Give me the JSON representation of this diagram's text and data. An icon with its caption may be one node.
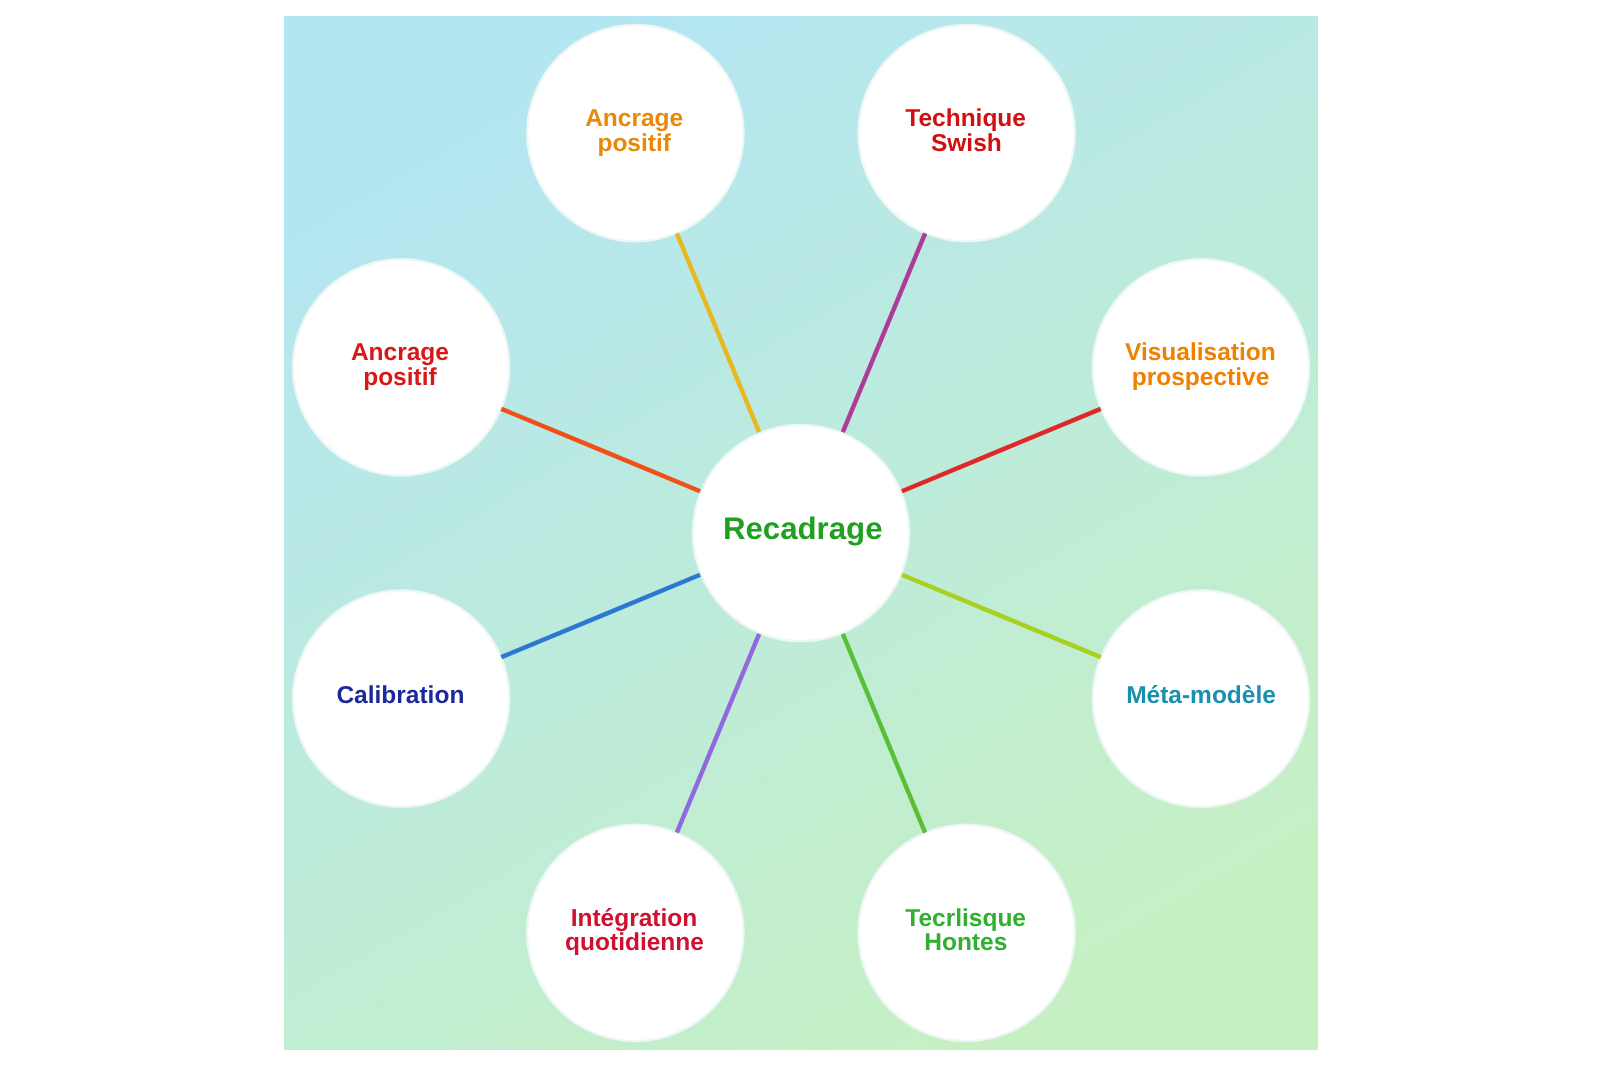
{
  "diagram": {
    "nodes": [
      {
        "text": [
          "Ancrage positif"
        ]
      },
      {
        "text": [
          "Ancrage positif"
        ]
      },
      {
        "text": [
          "Technique Swish"
        ]
      },
      {
        "text": [
          "Calibration"
        ]
      },
      {
        "text": [
          "Recadrage"
        ]
      },
      {
        "text": [
          "Visualisation prospective"
        ]
      },
      {
        "text": [
          "Intégration quotidienne"
        ]
      },
      {
        "text": [
          "Méta-modèle"
        ]
      },
      {
        "text": [
          "Tecrlisque Hontes"
        ]
      }
    ],
    "edges": [
      {
        "from": 4,
        "to": 0,
        "arrow": "none",
        "color": "#e8b820"
      },
      {
        "from": 4,
        "to": 2,
        "arrow": "none",
        "color": "#b03a98"
      },
      {
        "from": 4,
        "to": 5,
        "arrow": "none",
        "color": "#e02828"
      },
      {
        "from": 4,
        "to": 7,
        "arrow": "none",
        "color": "#a8d020"
      },
      {
        "from": 4,
        "to": 8,
        "arrow": "none",
        "color": "#58c038"
      },
      {
        "from": 4,
        "to": 6,
        "arrow": "none",
        "color": "#9068e0"
      },
      {
        "from": 4,
        "to": 3,
        "arrow": "none",
        "color": "#2a78d0"
      },
      {
        "from": 4,
        "to": 1,
        "arrow": "none",
        "color": "#f05018"
      }
    ]
  }
}
